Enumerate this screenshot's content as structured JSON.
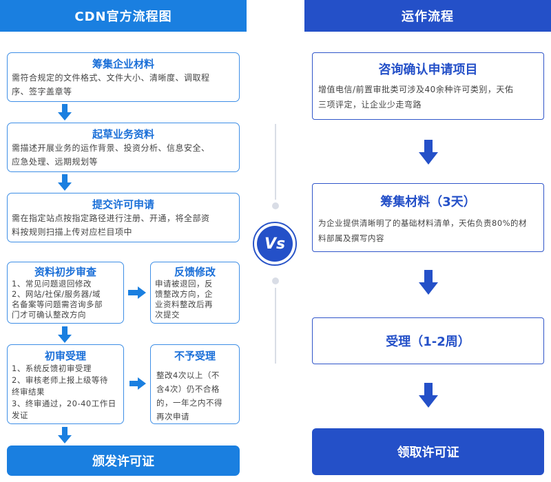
{
  "left": {
    "header": "CDN官方流程图",
    "steps": [
      {
        "title": "筹集企业材料",
        "body": [
          "需符合规定的文件格式、文件大小、清晰度、调取程",
          "序、签字盖章等"
        ]
      },
      {
        "title": "起草业务资料",
        "body": [
          "需描述开展业务的运作背景、投资分析、信息安全、",
          "应急处理、远期规划等"
        ]
      },
      {
        "title": "提交许可申请",
        "body": [
          "需在指定站点按指定路径进行注册、开通，将全部资",
          "料按规则扫描上传对应栏目项中"
        ]
      },
      {
        "title": "资料初步审查",
        "body": [
          "1、常见问题退回修改",
          "2、网站/社保/服务器/域",
          "名备案等问题需咨询多部",
          "门才可确认整改方向"
        ]
      },
      {
        "title": "初审受理",
        "body": [
          "1、系统反馈初审受理",
          "2、审核老师上报上级等待",
          "终审结果",
          "3、终审通过，20-40工作日",
          "发证"
        ]
      }
    ],
    "side_steps": [
      {
        "title": "反馈修改",
        "body": [
          "申请被退回，反",
          "馈整改方向，企",
          "业资料整改后再",
          "次提交"
        ]
      },
      {
        "title": "不予受理",
        "body": [
          "整改4次以上（不",
          "含4次）仍不合格",
          "的，一年之内不得",
          "再次申请"
        ]
      }
    ],
    "final": "颁发许可证"
  },
  "vs": "Vs",
  "right": {
    "header": "运作流程",
    "steps": [
      {
        "title": "咨询确认申请项目",
        "body": [
          "增值电信/前置审批类可涉及40余种许可类别，天佑",
          "三项评定，让企业少走弯路"
        ]
      },
      {
        "title": "筹集材料（3天）",
        "body": [
          "为企业提供清晰明了的基础材料清单，天佑负责80%的材",
          "料部属及撰写内容"
        ]
      },
      {
        "title": "受理（1-2周）",
        "body": []
      }
    ],
    "final": "领取许可证"
  },
  "colors": {
    "left_accent": "#1a7fe0",
    "right_accent": "#2450c8",
    "divider": "#d9dde6"
  },
  "icons": {
    "down_arrow": "arrow-down-icon",
    "right_arrow": "arrow-right-icon"
  }
}
